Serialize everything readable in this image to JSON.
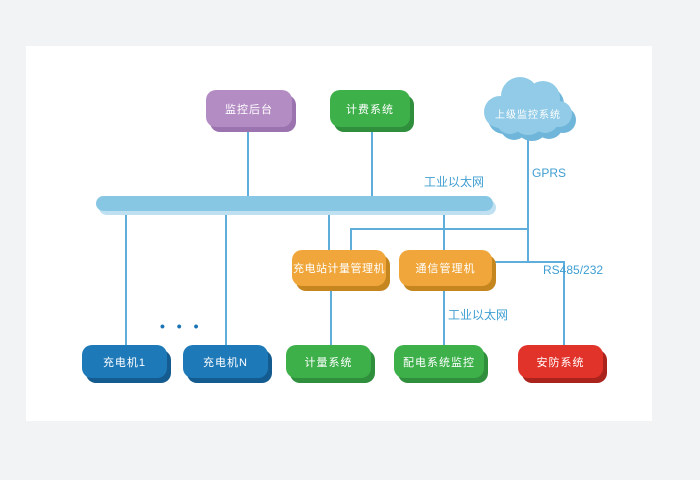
{
  "diagram": {
    "nodes": [
      {
        "id": "monitor-backend",
        "label": "监控后台",
        "fill": "#b48cc4"
      },
      {
        "id": "billing-system",
        "label": "计费系统",
        "fill": "#3db04a"
      },
      {
        "id": "upper-monitoring-system",
        "label": "上级监控系统",
        "fill": "#92cbe7",
        "shape": "cloud"
      },
      {
        "id": "station-metering-manager",
        "label": "充电站计量管理机",
        "fill": "#f0a63a"
      },
      {
        "id": "communication-manager",
        "label": "通信管理机",
        "fill": "#f0a63a"
      },
      {
        "id": "charger-1",
        "label": "充电机1",
        "fill": "#1e79b8"
      },
      {
        "id": "charger-n",
        "label": "充电机N",
        "fill": "#1e79b8"
      },
      {
        "id": "metering-system",
        "label": "计量系统",
        "fill": "#3db04a"
      },
      {
        "id": "power-distribution-monitoring",
        "label": "配电系统监控",
        "fill": "#3db04a"
      },
      {
        "id": "security-system",
        "label": "安防系统",
        "fill": "#e1332a"
      }
    ],
    "edge_labels": {
      "ethernet_top": "工业以太网",
      "gprs": "GPRS",
      "rs485": "RS485/232",
      "ethernet_mid": "工业以太网"
    },
    "ellipsis": "• • •",
    "colors": {
      "page_background": "#f2f3f5",
      "canvas_background": "#ffffff",
      "line": "#5fadda",
      "edge_label_text": "#3f9ed2",
      "bus_fill": "#87c7e4"
    }
  }
}
